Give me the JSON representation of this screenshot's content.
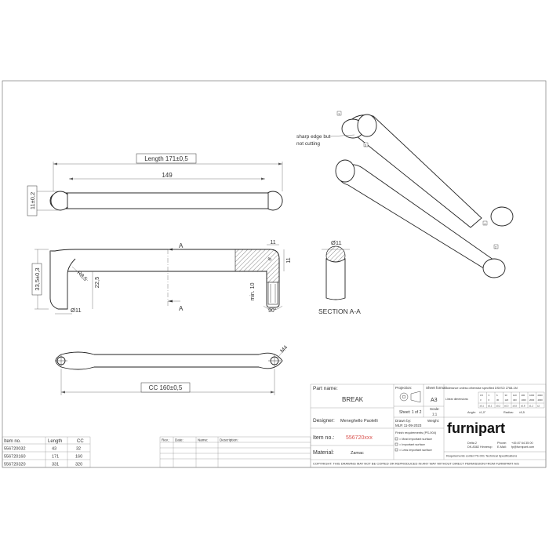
{
  "colors": {
    "line": "#333333",
    "part_no_red": "#d9534f"
  },
  "labels": {
    "length_dim": "Length 171±0,5",
    "inner_len": "149",
    "height_dim": "11±0,2",
    "height_side": "33,5±0,3",
    "r85": "R8,5",
    "d225": "22,5",
    "dia11": "Ø11",
    "dim11_a": "11",
    "dim11_b": "11",
    "dim6": "6",
    "min10": "min. 10",
    "angle90": "90°",
    "sec_a_top": "A",
    "sec_a_bottom": "A",
    "section_dia": "Ø11",
    "section_title": "SECTION A-A",
    "m4": "M4",
    "cc_dim": "CC 160±0,5",
    "note_line1": "sharp edge but",
    "note_line2": "not cutting",
    "ref1": "1",
    "ref2": "3",
    "ref3": "1",
    "ref4": "2"
  },
  "items_table": {
    "headers": [
      "Item no.",
      "Length",
      "CC"
    ],
    "rows": [
      [
        "556720032",
        "43",
        "32"
      ],
      [
        "556720160",
        "171",
        "160"
      ],
      [
        "556720320",
        "331",
        "320"
      ]
    ]
  },
  "revision_table": {
    "headers": [
      "Rev.:",
      "Date:",
      "Name:",
      "Description:"
    ]
  },
  "title_block": {
    "part_name_label": "Part name:",
    "part_name": "BREAK",
    "designer_label": "Designer:",
    "designer": "Meneghello Paolelli",
    "item_no_label": "Item no.:",
    "item_no": "556720xxx",
    "material_label": "Material:",
    "material": "Zamac",
    "projection_label": "Projection:",
    "sheet_format_label": "Sheet format:",
    "sheet_format": "A3",
    "sheet_label": "Sheet: 1 of 2",
    "scale_label": "Scale:",
    "scale": "1:1",
    "drawn_label": "Drawn by:",
    "drawn": "MLR 11-09-2023",
    "weight_label": "Weight:",
    "finish_title": "Finish requirements (PS-004)",
    "finish1": "= Most important surface",
    "finish2": "= Important surface",
    "finish3": "= Less important surface",
    "tolerance_title": "Tolerance unless otherwise specified DS/ISO 2768-1M",
    "linear_label": "Linear dimensions:",
    "angle_label": "Angle:",
    "radius_label": "Radius:",
    "tol_cols_top": [
      "0.5",
      "3",
      "6",
      "30",
      "120",
      "400",
      "1000",
      "2000"
    ],
    "tol_cols_bottom": [
      "3",
      "6",
      "30",
      "120",
      "400",
      "1000",
      "2000",
      "4000"
    ],
    "tol_values": [
      "±0,1",
      "±0,1",
      "±0,2",
      "±0,3",
      "±0,5",
      "±0,8",
      "±1,2",
      "±2"
    ],
    "angle_value": "±1,0°",
    "radius_value": "±0,5",
    "logo": "furnipart",
    "addr1": "Delta 2",
    "addr2": "DK-8382 Hinnerup",
    "phone_label": "Phone:",
    "phone": "+45 87 64 35 00",
    "mail_label": "E-Mail:",
    "mail": "fp@furnipart.com",
    "requirements": "Requirements confer PS-001 Technical Specifications",
    "copyright": "COPYRIGHT: THIS DRAWING MAY NOT BE COPIED OR REPRODUCED IN ANY WAY WITHOUT DIRECT PERMISSION FROM FURNIPART A/S"
  }
}
